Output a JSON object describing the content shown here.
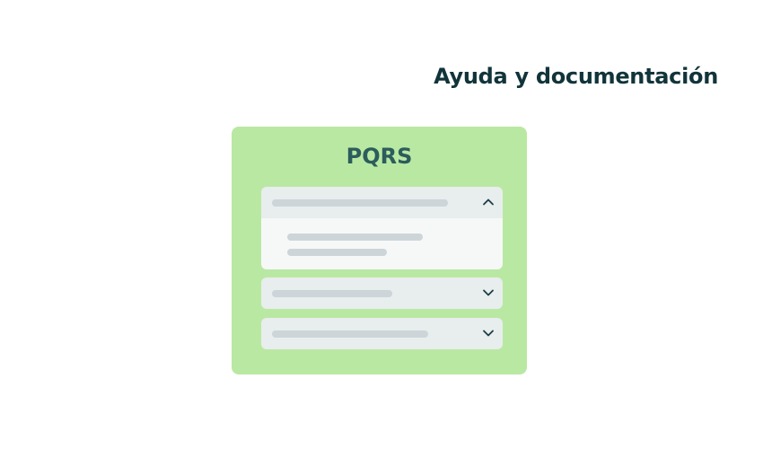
{
  "page": {
    "heading": "Ayuda y documentación"
  },
  "card": {
    "title": "PQRS"
  },
  "colors": {
    "heading": "#11343a",
    "card_background": "#b9e8a2",
    "card_title": "#2c5c5c",
    "accordion_header": "#e8edee",
    "accordion_body": "#f6f8f8",
    "placeholder_bar": "#cdd5d9",
    "chevron": "#1d3d45"
  },
  "accordion": [
    {
      "state": "expanded",
      "chevron": "chevron-up-icon"
    },
    {
      "state": "collapsed",
      "chevron": "chevron-down-icon"
    },
    {
      "state": "collapsed",
      "chevron": "chevron-down-icon"
    }
  ]
}
